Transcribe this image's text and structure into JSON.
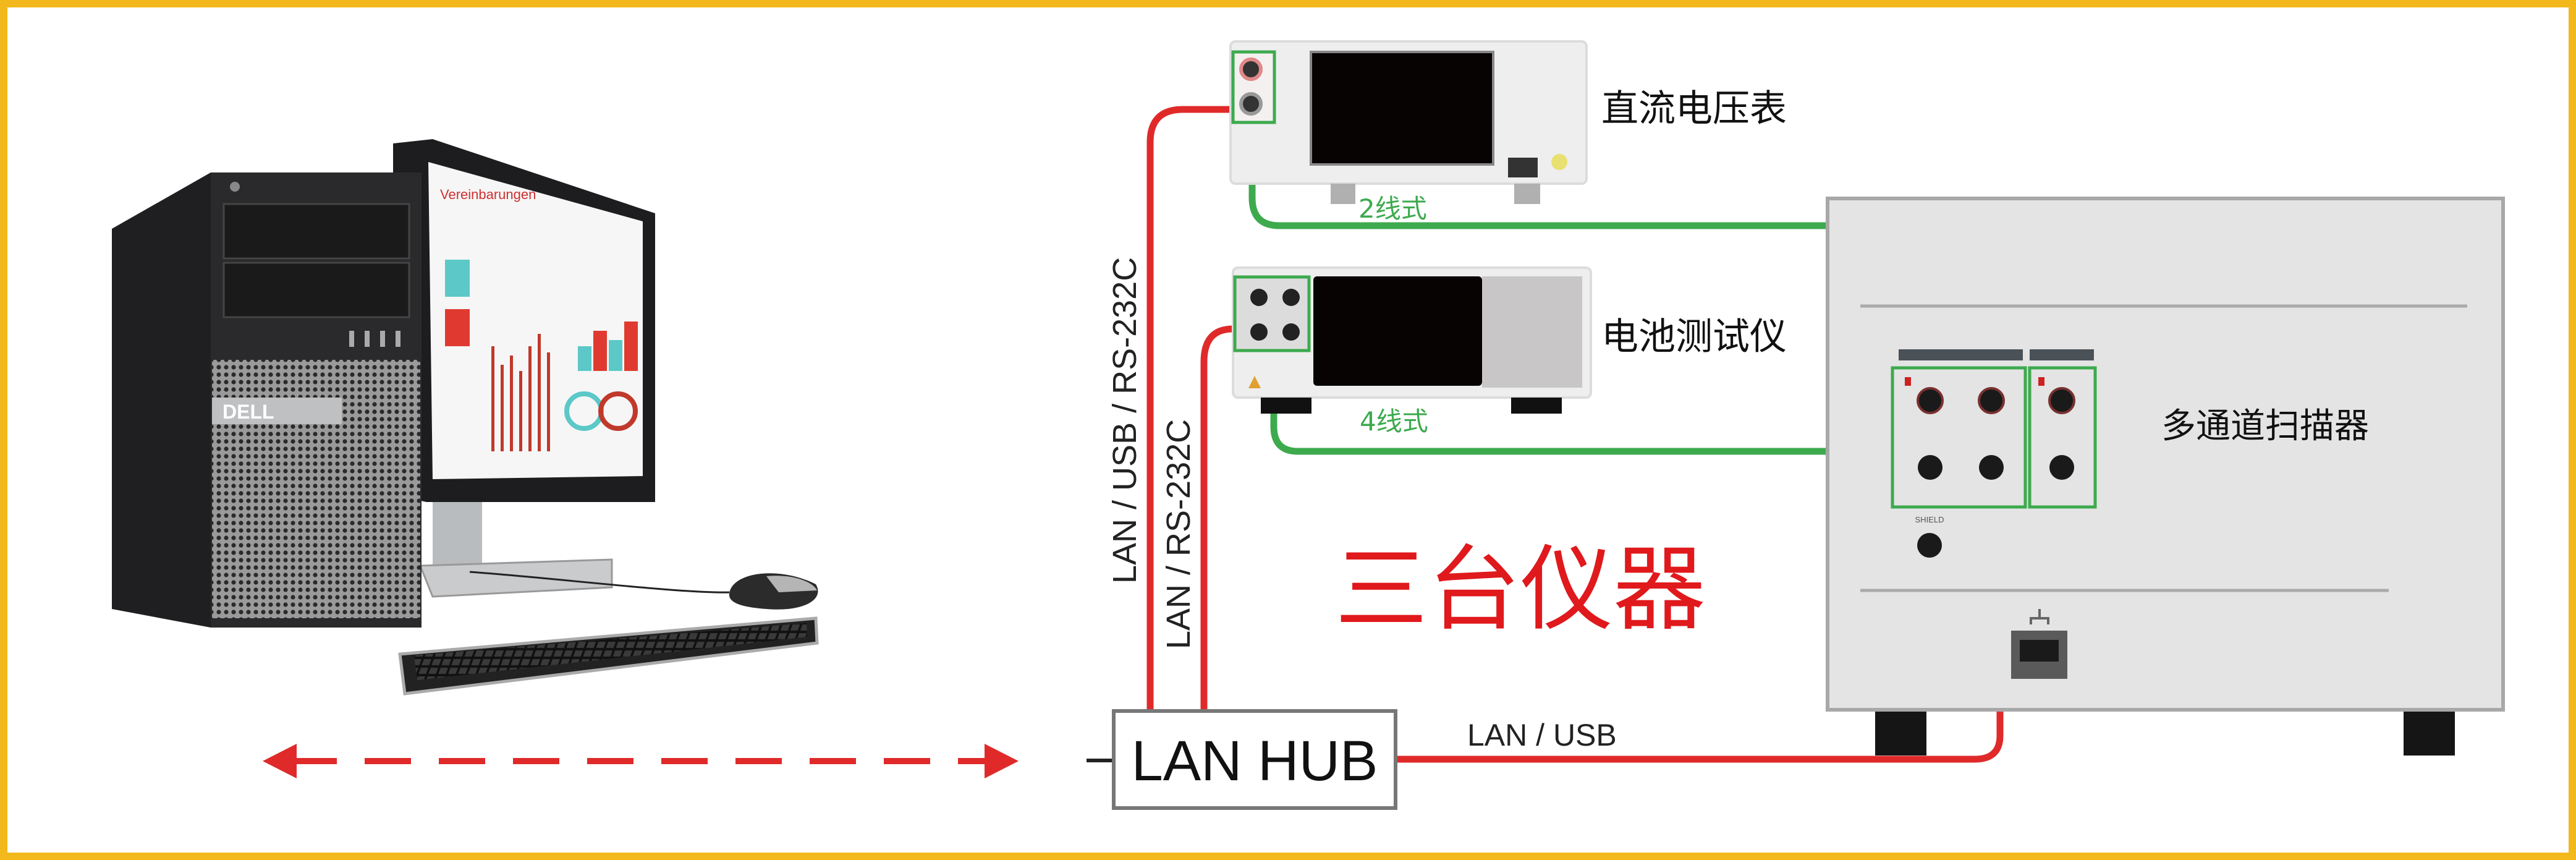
{
  "colors": {
    "border": "#F2B81C",
    "red_cable": "#E02A2A",
    "green_cable": "#3DAA4E",
    "title_red": "#E0191C",
    "text": "#111111"
  },
  "computer": {
    "brand_logo": "DELL"
  },
  "hub": {
    "label": "LAN HUB"
  },
  "cables": {
    "voltmeter_link": "LAN / USB / RS-232C",
    "battery_link": "LAN / RS-232C",
    "scanner_link": "LAN / USB"
  },
  "instruments": {
    "voltmeter": {
      "name": "直流电压表",
      "wiring": "2线式"
    },
    "battery_tester": {
      "name": "电池测试仪",
      "wiring": "4线式"
    },
    "scanner": {
      "name": "多通道扫描器",
      "shield_label": "SHIELD"
    }
  },
  "headline": "三台仪器"
}
